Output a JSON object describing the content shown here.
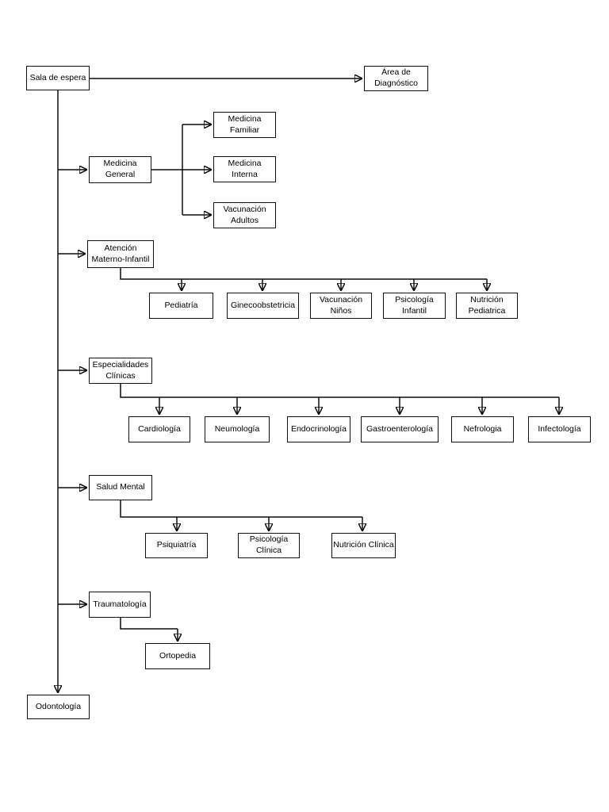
{
  "diagram": {
    "type": "flowchart",
    "language": "es",
    "colors": {
      "background": "#ffffff",
      "box_fill": "#ffffff",
      "box_border": "#111111",
      "line": "#0d0d0d",
      "text": "#000000"
    },
    "nodes": {
      "sala_espera": "Sala de espera",
      "area_diagnostico": "Área de\nDiagnóstico",
      "medicina_general": "Medicina\nGeneral",
      "medicina_familiar": "Medicina\nFamiliar",
      "medicina_interna": "Medicina\nInterna",
      "vacunacion_adultos": "Vacunación\nAdultos",
      "atencion_materno_infantil": "Atención\nMaterno-Infantil",
      "pediatria": "Pediatría",
      "ginecoobstetricia": "Ginecoobstetricia",
      "vacunacion_ninos": "Vacunación\nNiños",
      "psicologia_infantil": "Psicología\nInfantil",
      "nutricion_pediatrica": "Nutrición\nPediatrica",
      "especialidades_clinicas": "Especialidades\nClínicas",
      "cardiologia": "Cardiología",
      "neumologia": "Neumología",
      "endocrinologia": "Endocrinología",
      "gastroenterologia": "Gastroenterología",
      "nefrologia": "Nefrologia",
      "infectologia": "Infectología",
      "salud_mental": "Salud Mental",
      "psiquiatria": "Psiquiatría",
      "psicologia_clinica": "Psicología\nClínica",
      "nutricion_clinica": "Nutrición Clínica",
      "traumatologia": "Traumatología",
      "ortopedia": "Ortopedia",
      "odontologia": "Odontología"
    },
    "edges": [
      {
        "from": "sala_espera",
        "to": "area_diagnostico"
      },
      {
        "from": "sala_espera",
        "to": "medicina_general"
      },
      {
        "from": "sala_espera",
        "to": "atencion_materno_infantil"
      },
      {
        "from": "sala_espera",
        "to": "especialidades_clinicas"
      },
      {
        "from": "sala_espera",
        "to": "salud_mental"
      },
      {
        "from": "sala_espera",
        "to": "traumatologia"
      },
      {
        "from": "sala_espera",
        "to": "odontologia"
      },
      {
        "from": "medicina_general",
        "to": "medicina_familiar"
      },
      {
        "from": "medicina_general",
        "to": "medicina_interna"
      },
      {
        "from": "medicina_general",
        "to": "vacunacion_adultos"
      },
      {
        "from": "atencion_materno_infantil",
        "to": "pediatria"
      },
      {
        "from": "atencion_materno_infantil",
        "to": "ginecoobstetricia"
      },
      {
        "from": "atencion_materno_infantil",
        "to": "vacunacion_ninos"
      },
      {
        "from": "atencion_materno_infantil",
        "to": "psicologia_infantil"
      },
      {
        "from": "atencion_materno_infantil",
        "to": "nutricion_pediatrica"
      },
      {
        "from": "especialidades_clinicas",
        "to": "cardiologia"
      },
      {
        "from": "especialidades_clinicas",
        "to": "neumologia"
      },
      {
        "from": "especialidades_clinicas",
        "to": "endocrinologia"
      },
      {
        "from": "especialidades_clinicas",
        "to": "gastroenterologia"
      },
      {
        "from": "especialidades_clinicas",
        "to": "nefrologia"
      },
      {
        "from": "especialidades_clinicas",
        "to": "infectologia"
      },
      {
        "from": "salud_mental",
        "to": "psiquiatria"
      },
      {
        "from": "salud_mental",
        "to": "psicologia_clinica"
      },
      {
        "from": "salud_mental",
        "to": "nutricion_clinica"
      },
      {
        "from": "traumatologia",
        "to": "ortopedia"
      }
    ]
  }
}
